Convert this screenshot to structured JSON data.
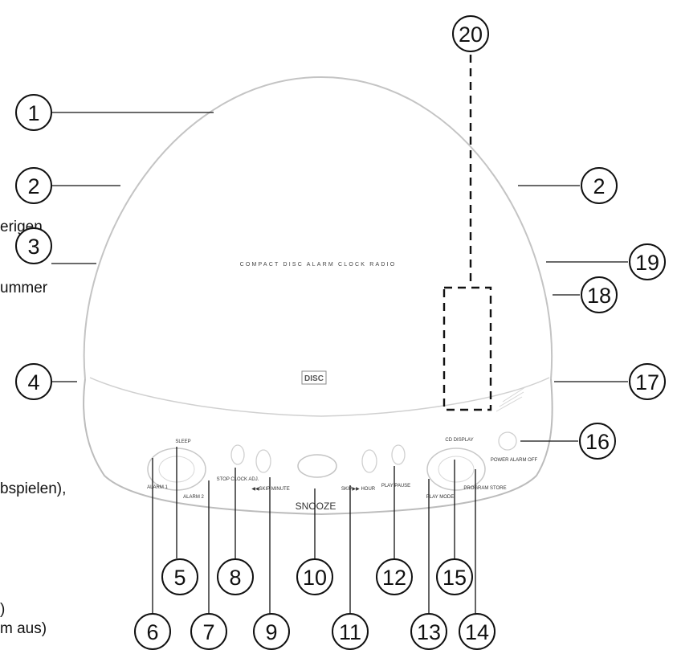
{
  "device": {
    "title": "COMPACT DISC ALARM CLOCK RADIO",
    "logo": "DISC",
    "button_labels": {
      "sleep": "SLEEP",
      "alarm1": "ALARM 1",
      "alarm2": "ALARM 2",
      "stop_clock_adj": "STOP CLOCK ADJ.",
      "skip_minute": "◀◀SKIP MINUTE",
      "snooze": "SNOOZE",
      "skip_hour": "SKIP▶▶ HOUR",
      "play_pause": "PLAY PAUSE",
      "play_mode": "PLAY MODE",
      "cd_display": "CD DISPLAY",
      "program_store": "PROGRAM STORE",
      "power": "POWER ALARM OFF"
    }
  },
  "callouts": [
    "1",
    "2",
    "2",
    "3",
    "4",
    "5",
    "6",
    "7",
    "8",
    "9",
    "10",
    "11",
    "12",
    "13",
    "14",
    "15",
    "16",
    "17",
    "18",
    "19",
    "20"
  ],
  "side_text": {
    "line1": "erigen",
    "line2": "ummer",
    "line3": "bspielen),",
    "line4": ")",
    "line5": "m aus)"
  }
}
